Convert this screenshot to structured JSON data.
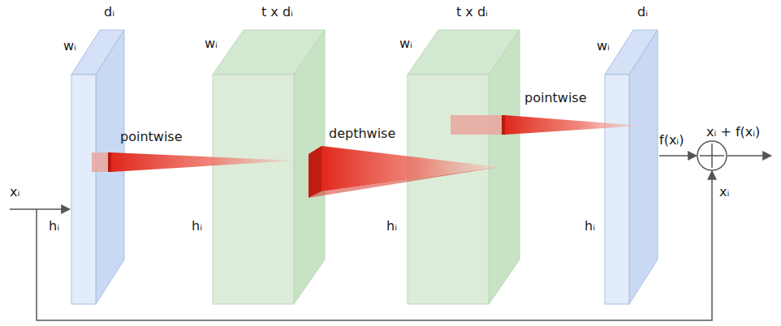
{
  "diagram": {
    "labels": [
      "dᵢ",
      "t x dᵢ",
      "t x dᵢ",
      "dᵢ",
      "wᵢ",
      "wᵢ",
      "wᵢ",
      "wᵢ",
      "pointwise",
      "depthwise",
      "pointwise",
      "xᵢ",
      "hᵢ",
      "hᵢ",
      "hᵢ",
      "hᵢ",
      "f(xᵢ)",
      "xᵢ + f(xᵢ)",
      "xᵢ"
    ]
  }
}
